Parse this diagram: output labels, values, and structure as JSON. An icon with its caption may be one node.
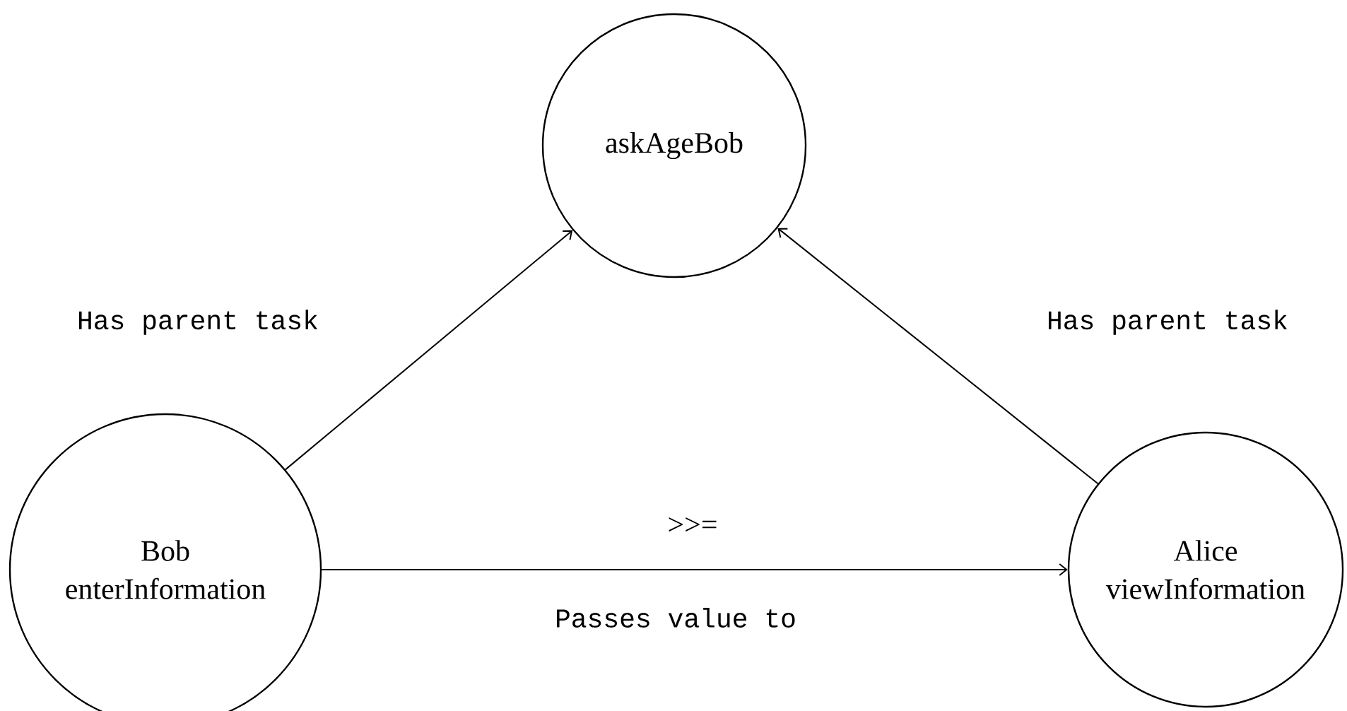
{
  "diagram": {
    "nodes": [
      {
        "text": [
          "askAgeBob"
        ]
      },
      {
        "text": [
          "Bob",
          "enterInformation"
        ]
      },
      {
        "text": [
          "Alice",
          "viewInformation"
        ]
      }
    ],
    "edges": [
      {
        "from": 1,
        "to": 0,
        "arrow": "to",
        "label": "Has parent task"
      },
      {
        "from": 2,
        "to": 0,
        "arrow": "to",
        "label": "Has parent task"
      },
      {
        "from": 1,
        "to": 2,
        "arrow": "to",
        "label": ">>="
      }
    ],
    "labels": [
      "Passes value to"
    ]
  }
}
